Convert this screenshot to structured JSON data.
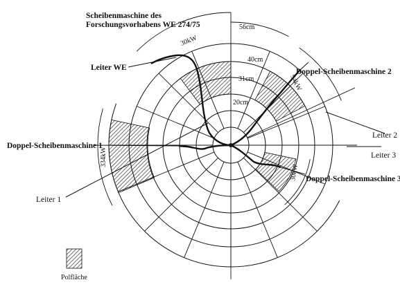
{
  "diagram": {
    "labels": {
      "title_line1": "Scheibenmaschine des",
      "title_line2": "Forschungsvorhabens WE 274/75",
      "leiter_we": "Leiter WE",
      "leiter_1": "Leiter 1",
      "leiter_2": "Leiter 2",
      "leiter_3": "Leiter 3",
      "dsm_1": "Doppel-Scheibenmaschine 1",
      "dsm_2": "Doppel-Scheibenmaschine 2",
      "dsm_3": "Doppel-Scheibenmaschine 3",
      "legend": "Polfläche"
    },
    "radii": {
      "r20": "20cm",
      "r31": "31cm",
      "r40": "40cm",
      "r56": "56cm"
    },
    "powers": {
      "we": "30kW",
      "dsm1": "334kW",
      "dsm2": "94kW",
      "dsm3": "30kW"
    }
  }
}
